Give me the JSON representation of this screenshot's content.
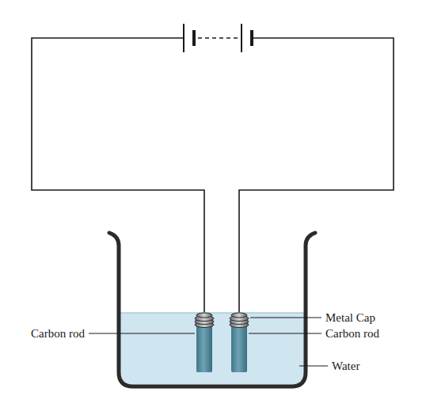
{
  "diagram": {
    "labels": [
      "Metal Cap",
      "Carbon rod",
      "Carbon rod",
      "Water"
    ]
  }
}
